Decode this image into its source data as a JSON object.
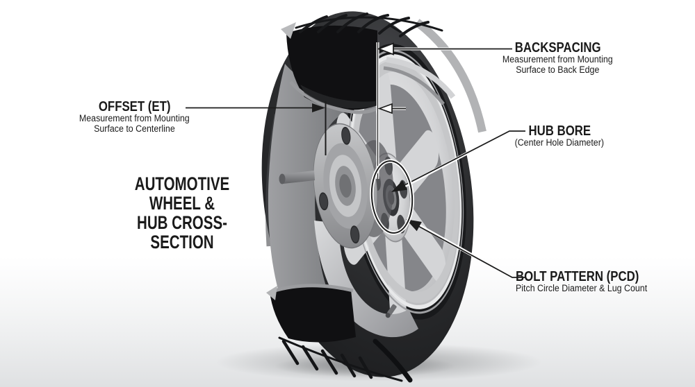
{
  "diagram": {
    "main_title": {
      "line1": "AUTOMOTIVE WHEEL &",
      "line2": "HUB CROSS-SECTION"
    },
    "labels": {
      "backspacing": {
        "title": "BACKSPACING",
        "desc_line1": "Measurement from Mounting",
        "desc_line2": "Surface to Back Edge"
      },
      "offset": {
        "title": "OFFSET (ET)",
        "desc_line1": "Measurement from Mounting",
        "desc_line2": "Surface to Centerline"
      },
      "hub_bore": {
        "title": "HUB BORE",
        "desc_line1": "(Center Hole Diameter)"
      },
      "bolt_pattern": {
        "title": "BOLT PATTERN (PCD)",
        "desc_line1": "Pitch Circle Diameter & Lug Count"
      }
    }
  },
  "colors": {
    "text": "#1a1a1a",
    "line": "#1c1c1c",
    "bg": "#ffffff",
    "tire_dark": "#2b2c2e",
    "tire_cavity": "#101012",
    "rim_silver": "#d6d7d9",
    "rim_window": "#85868a",
    "hub_gray": "#a8a9ac",
    "floor_shadow": "#caccce"
  }
}
